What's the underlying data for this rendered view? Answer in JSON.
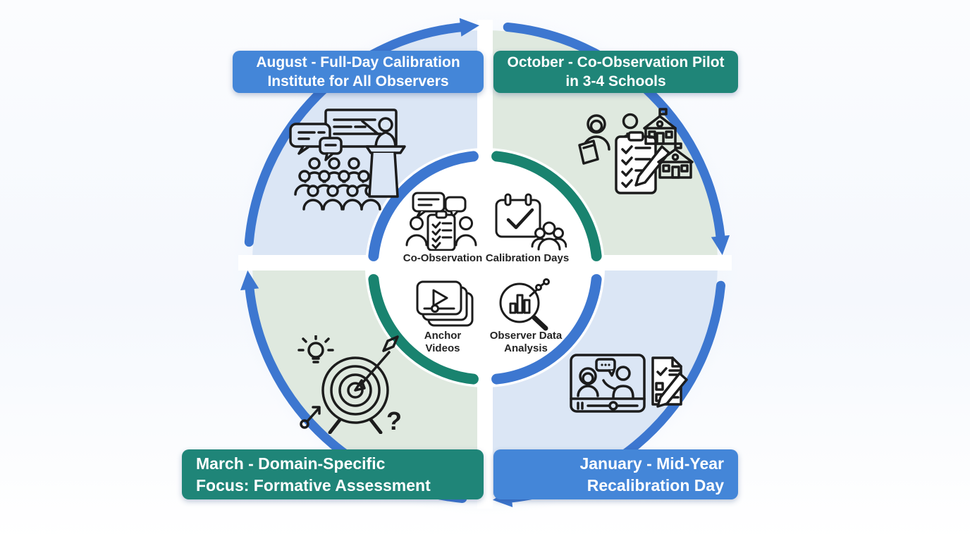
{
  "banners": {
    "august": {
      "line1": "August - Full-Day Calibration",
      "line2": "Institute for All Observers"
    },
    "october": {
      "line1": "October - Co-Observation Pilot",
      "line2": "in 3-4 Schools"
    },
    "january": {
      "line1": "January - Mid-Year",
      "line2": "Recalibration Day"
    },
    "march": {
      "line1": "March - Domain-Specific",
      "line2": "Focus: Formative Assessment"
    }
  },
  "center_items": [
    {
      "line1": "Co-Observation",
      "line2": "",
      "icon": "co-observation-icon"
    },
    {
      "line1": "Calibration Days",
      "line2": "",
      "icon": "calibration-days-icon"
    },
    {
      "line1": "Anchor",
      "line2": "Videos",
      "icon": "anchor-videos-icon"
    },
    {
      "line1": "Observer Data",
      "line2": "Analysis",
      "icon": "observer-data-analysis-icon"
    }
  ],
  "quadrant_icons": {
    "august": "presenter-audience-icon",
    "october": "observers-checklist-schools-icon",
    "march": "target-focus-icon",
    "january": "video-review-scoring-icon"
  },
  "glyphs": {
    "question_mark": "?"
  },
  "colors": {
    "arrow_blue": "#3d77d0",
    "ring_blue": "#3d77d0",
    "ring_teal": "#19836f",
    "banner_blue": "#4486d8",
    "banner_teal": "#1f8578",
    "quadrant_light_blue": "#dbe6f5",
    "quadrant_light_green": "#dfe9df",
    "icon_stroke": "#1c1c1c",
    "label_text": "#232323"
  }
}
